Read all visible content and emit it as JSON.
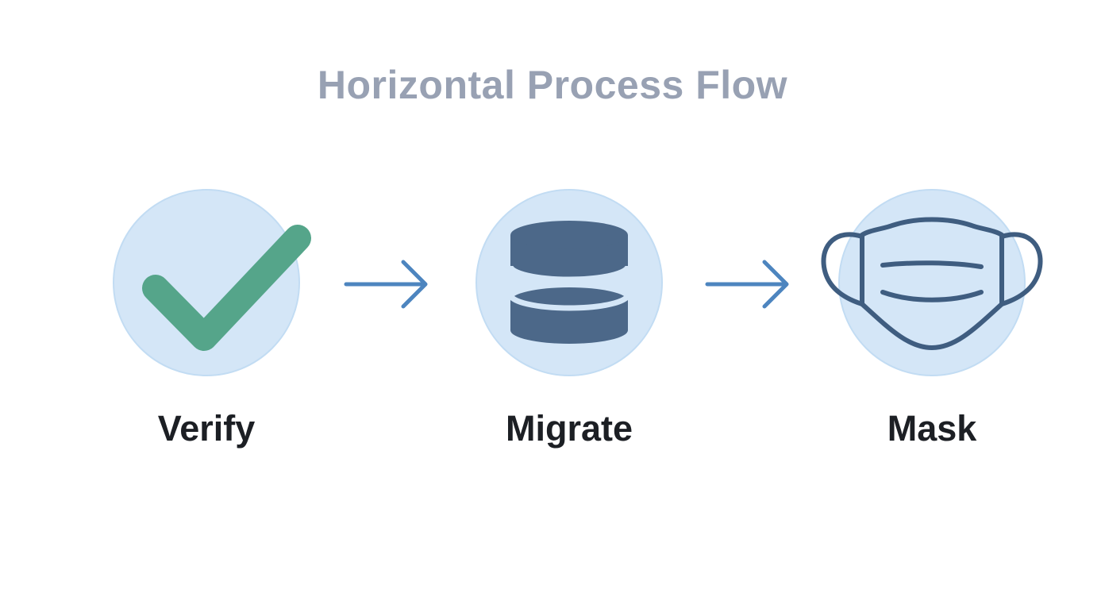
{
  "title": "Horizontal Process Flow",
  "steps": [
    {
      "label": "Verify",
      "icon": "checkmark-icon"
    },
    {
      "label": "Migrate",
      "icon": "database-icon"
    },
    {
      "label": "Mask",
      "icon": "face-mask-icon"
    }
  ],
  "colors": {
    "title": "#98a1b3",
    "circle_fill": "#d4e6f7",
    "check": "#55a58a",
    "database": "#4c6889",
    "mask_outline": "#3f5d80",
    "arrow": "#4d85bf",
    "label": "#1c1f24"
  }
}
